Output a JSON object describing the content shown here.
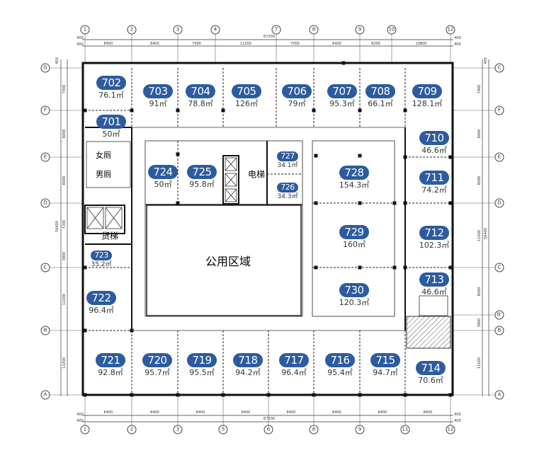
{
  "colors": {
    "badge": "#2d5b9f",
    "wall": "#111111",
    "hatch": "#555555"
  },
  "axes_top": [
    "1",
    "2",
    "3",
    "4",
    "7",
    "8",
    "9",
    "10",
    "12"
  ],
  "axes_bottom": [
    "1",
    "2",
    "3",
    "5",
    "6",
    "8",
    "9",
    "11",
    "12"
  ],
  "axes_left": [
    "G",
    "F",
    "E",
    "D",
    "C",
    "B",
    "A"
  ],
  "axes_right": [
    "C",
    "F",
    "E",
    "D",
    "C",
    "B'",
    "B",
    "A"
  ],
  "dims_top": {
    "total": "67200",
    "edge": "400",
    "spans": [
      "8400",
      "8400",
      "7000",
      "11200",
      "7000",
      "8400",
      "6000",
      "10800"
    ]
  },
  "dims_bottom": {
    "total": "67200",
    "edge": "400",
    "spans": [
      "8400",
      "8400",
      "8400",
      "8400",
      "8400",
      "8400",
      "8400",
      "8400"
    ]
  },
  "dims_left": {
    "total": "56400",
    "edge": "400",
    "spans": [
      "7400",
      "8000",
      "8000",
      "7200",
      "3800",
      "11000",
      "11000"
    ]
  },
  "dims_right": {
    "total": "56400",
    "edge": "400",
    "spans": [
      "7400",
      "8000",
      "8000",
      "11000",
      "8000",
      "3800",
      "11000"
    ]
  },
  "rooms": [
    {
      "no": "702",
      "area": "76.1㎡"
    },
    {
      "no": "703",
      "area": "91㎡"
    },
    {
      "no": "704",
      "area": "78.8㎡"
    },
    {
      "no": "705",
      "area": "126㎡"
    },
    {
      "no": "706",
      "area": "79㎡"
    },
    {
      "no": "707",
      "area": "95.3㎡"
    },
    {
      "no": "708",
      "area": "66.1㎡"
    },
    {
      "no": "709",
      "area": "128.1㎡"
    },
    {
      "no": "701",
      "area": "50㎡"
    },
    {
      "no": "710",
      "area": "46.6㎡"
    },
    {
      "no": "711",
      "area": "74.2㎡"
    },
    {
      "no": "712",
      "area": "102.3㎡"
    },
    {
      "no": "713",
      "area": "46.6㎡"
    },
    {
      "no": "714",
      "area": "70.6㎡"
    },
    {
      "no": "715",
      "area": "94.7㎡"
    },
    {
      "no": "716",
      "area": "95.4㎡"
    },
    {
      "no": "717",
      "area": "96.4㎡"
    },
    {
      "no": "718",
      "area": "94.2㎡"
    },
    {
      "no": "719",
      "area": "95.5㎡"
    },
    {
      "no": "720",
      "area": "95.7㎡"
    },
    {
      "no": "721",
      "area": "92.8㎡"
    },
    {
      "no": "722",
      "area": "96.4㎡"
    },
    {
      "no": "723",
      "area": "35.2㎡"
    },
    {
      "no": "724",
      "area": "50㎡"
    },
    {
      "no": "725",
      "area": "95.8㎡"
    },
    {
      "no": "726",
      "area": "34.3㎡"
    },
    {
      "no": "727",
      "area": "34.1㎡"
    },
    {
      "no": "728",
      "area": "154.3㎡"
    },
    {
      "no": "729",
      "area": "160㎡"
    },
    {
      "no": "730",
      "area": "120.3㎡"
    }
  ],
  "labels": {
    "public_area": "公用区域",
    "elevator": "电梯",
    "freight_elevator": "货梯",
    "womens_wc": "女厕",
    "mens_wc": "男厕"
  }
}
